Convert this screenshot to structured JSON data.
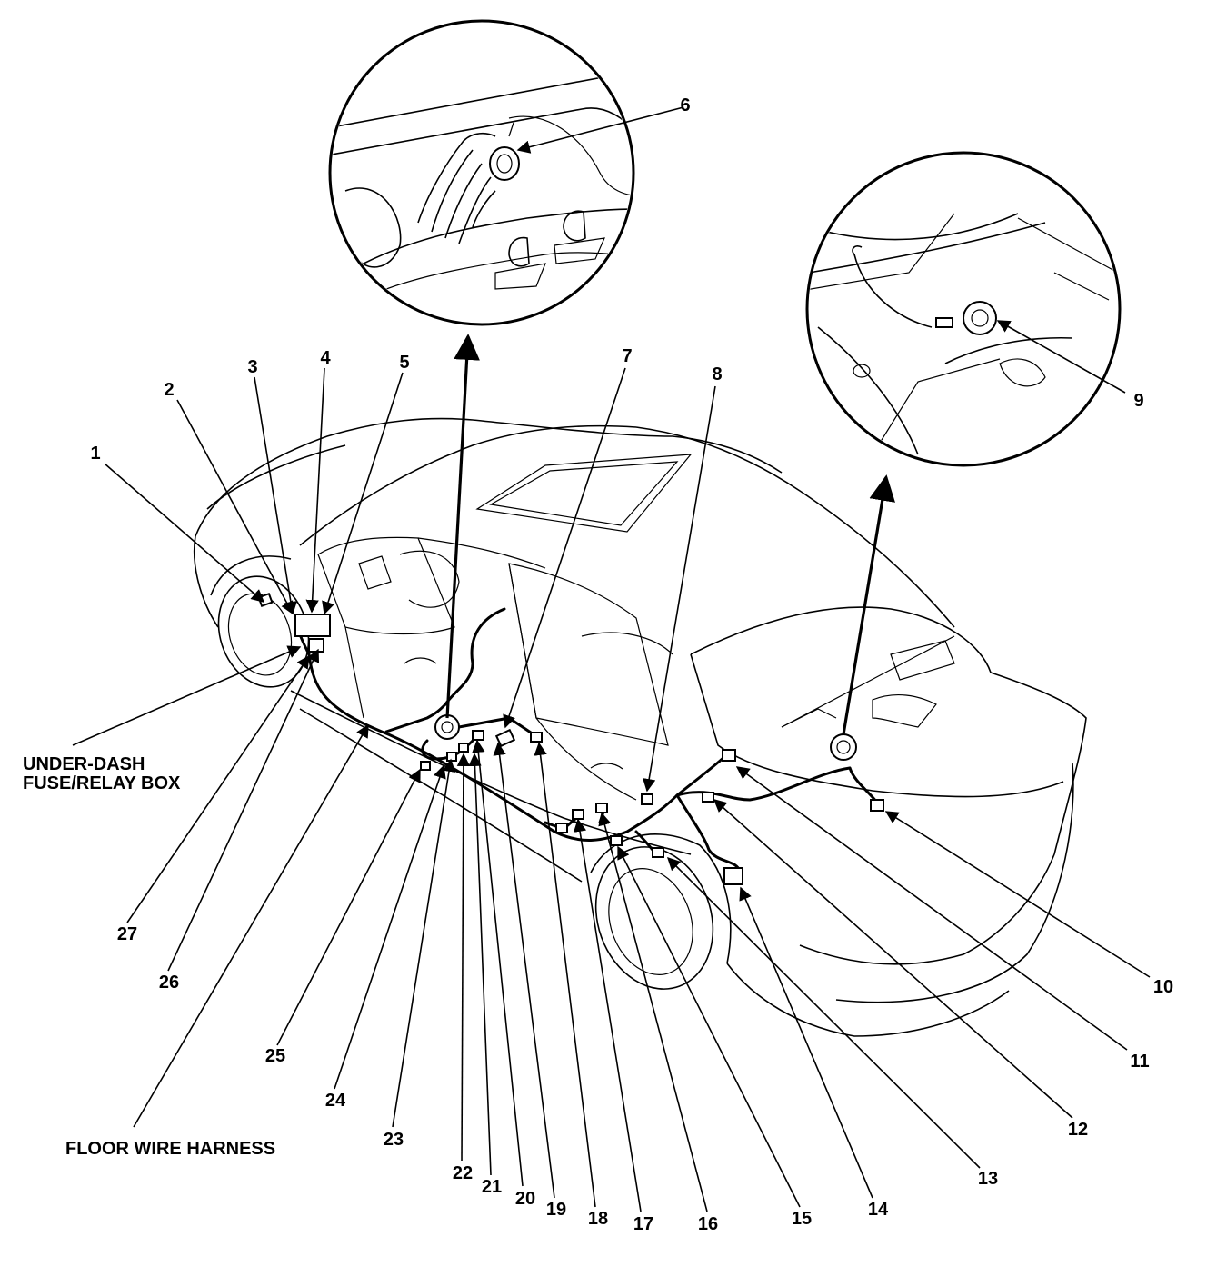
{
  "captions": {
    "fuse_box_line1": "UNDER-DASH",
    "fuse_box_line2": "FUSE/RELAY BOX",
    "harness": "FLOOR WIRE HARNESS"
  },
  "callouts": [
    "1",
    "2",
    "3",
    "4",
    "5",
    "6",
    "7",
    "8",
    "9",
    "10",
    "11",
    "12",
    "13",
    "14",
    "15",
    "16",
    "17",
    "18",
    "19",
    "20",
    "21",
    "22",
    "23",
    "24",
    "25",
    "26",
    "27"
  ]
}
